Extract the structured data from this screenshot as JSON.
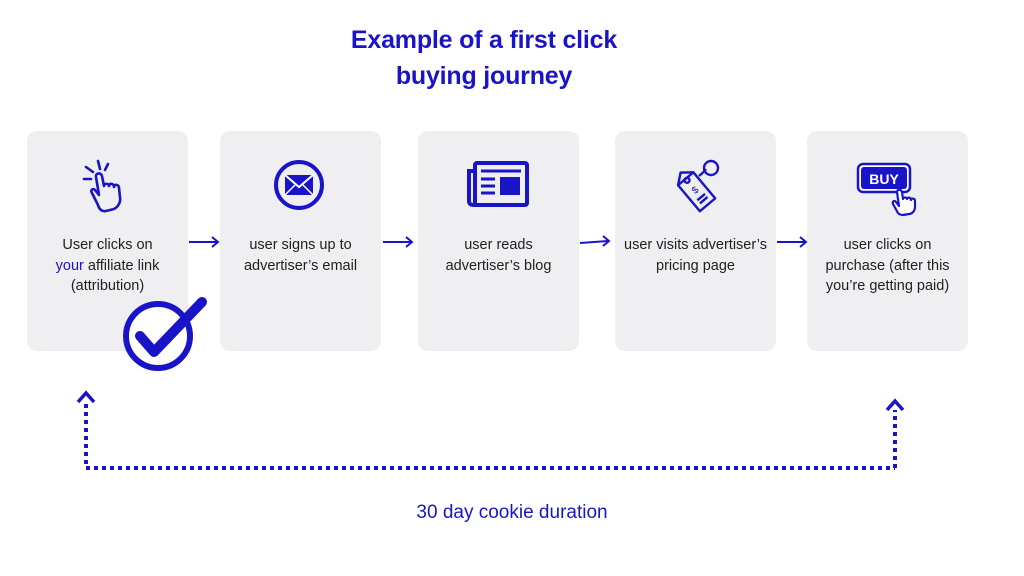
{
  "title": {
    "line1": "Example of a first click",
    "line2": "buying journey"
  },
  "steps": [
    {
      "text_pre": "User clicks on",
      "highlight": "your",
      "text_post": "affiliate link (attribution)",
      "icon": "click-hand-icon"
    },
    {
      "text": "user signs up to advertiser’s email",
      "icon": "envelope-icon"
    },
    {
      "text": "user reads advertiser’s blog",
      "icon": "newspaper-icon"
    },
    {
      "text": "user visits advertiser’s pricing page",
      "icon": "price-tag-icon"
    },
    {
      "text": "user clicks on purchase (after this you’re getting paid)",
      "icon": "buy-button-icon"
    }
  ],
  "buy_label": "BUY",
  "price_tag_label": "$",
  "caption": "30 day cookie duration",
  "colors": {
    "accent": "#1a14c8",
    "card": "#efeff1"
  }
}
